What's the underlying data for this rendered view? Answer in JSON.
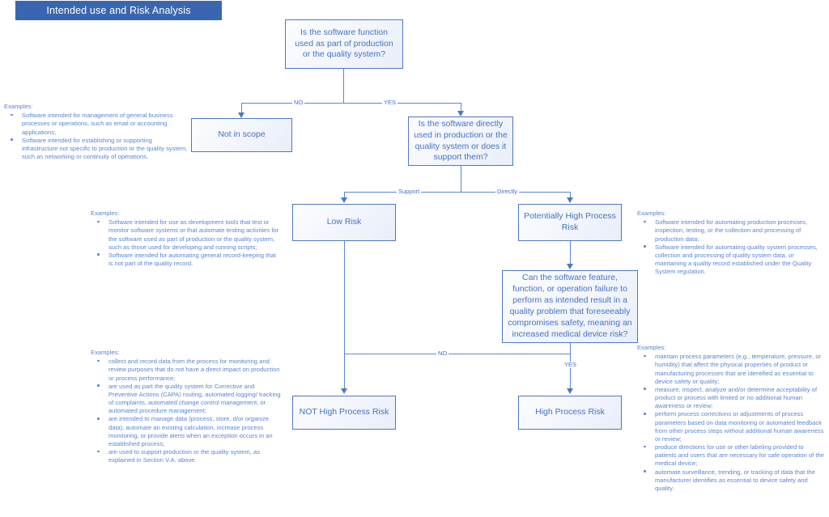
{
  "title": {
    "text": "Intended use and Risk Analysis",
    "bg": "#3a66b0",
    "fg": "#ffffff"
  },
  "theme": {
    "accent": "#4472c4",
    "line": "#5b86d0",
    "box_border": "#4f78c0",
    "box_fill": "#f2f5fb"
  },
  "nodes": {
    "q1": {
      "label": "Is the software function used as part of production or the quality system?"
    },
    "not_in_scope": {
      "label": "Not in scope"
    },
    "q2": {
      "label": "Is the software directly used in production or the quality system or does it support them?"
    },
    "low_risk": {
      "label": "Low Risk"
    },
    "potentially_high": {
      "label": "Potentially High Process Risk"
    },
    "q3": {
      "label": "Can the software feature, function, or operation failure to perform as intended result in a quality problem that foreseeably compromises safety, meaning an increased medical device risk?"
    },
    "not_high": {
      "label": "NOT High Process Risk"
    },
    "high": {
      "label": "High Process Risk"
    }
  },
  "edges": {
    "no_top": "NO",
    "yes_top": "YES",
    "support": "Support",
    "directly": "Directly",
    "no_bottom": "NO",
    "yes_bottom": "YES"
  },
  "examples": {
    "not_in_scope": {
      "heading": "Examples:",
      "items": [
        "Software intended for management of general business processes or operations, such as email or accounting applications;",
        " Software intended for establishing or supporting infrastructure not specific to production or the quality system, such as networking or continuity of operations."
      ]
    },
    "low_risk": {
      "heading": "Examples:",
      "items": [
        "Software intended for use as development tools that test or monitor software systems or that automate testing activities for the software used as part of production or the quality system, such as those used for developing and running scripts;",
        "Software intended for automating general record-keeping that is not part of the quality record."
      ]
    },
    "potentially_high": {
      "heading": "Examples:",
      "items": [
        "Software intended for automating production processes, inspection, testing, or the collection and processing of production data;",
        "Software intended for automating quality system processes, collection and processing of quality system data, or maintaining a quality record established under the Quality System regulation."
      ]
    },
    "not_high": {
      "heading": "Examples:",
      "items": [
        "collect and record data from the process for monitoring and review purposes that do not have a direct impact on production or process performance;",
        "are used as part the quality system for Corrective and Preventive Actions (CAPA) routing, automated logging/ tracking of complaints, automated change control management, or automated procedure management;",
        "are intended to manage data (process, store, d/or organize data), automate an existing calculation, increase process monitoring, or provide alerts when an exception occurs in an established process;",
        "are used to support production or the quality system, as explained in Section V.A. above."
      ]
    },
    "high": {
      "heading": "Examples:",
      "items": [
        "maintain process parameters (e.g., temperature, pressure, or humidity) that affect the physical properties of product or manufacturing processes that are identified as essential to device safety or quality;",
        "measure, inspect, analyze and/or determine acceptability of product or process with limited or no additional human awareness or review;",
        "perform process corrections or adjustments of process parameters based on data monitoring or automated feedback from other process steps without additional human awareness or review;",
        "produce directions for use or other labeling provided to patients and users that are necessary for safe operation of the medical device;",
        "automate surveillance, trending, or tracking of data that the manufacturer identifies as essential to device safety and quality."
      ]
    }
  }
}
